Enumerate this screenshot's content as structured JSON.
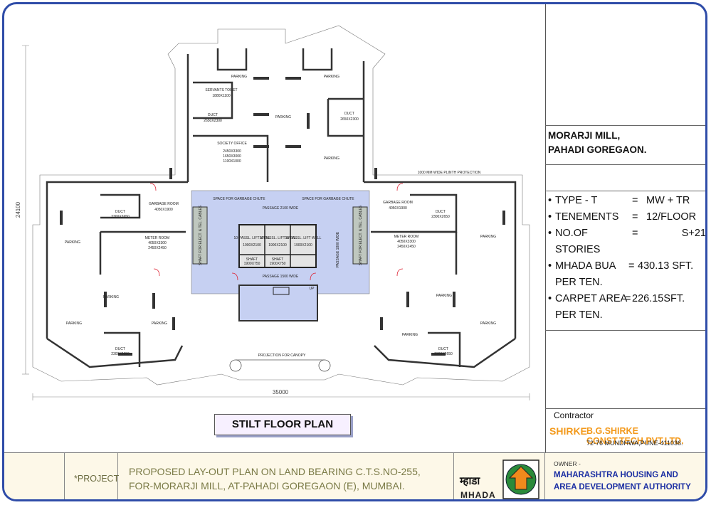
{
  "project": {
    "title_line1": "MORARJI MILL,",
    "title_line2": "PAHADI GOREGAON."
  },
  "specs": [
    {
      "label": "TYPE - T",
      "eq": "=",
      "value": "MW + TR",
      "cont": ""
    },
    {
      "label": "TENEMENTS",
      "eq": "=",
      "value": "12/FLOOR",
      "cont": ""
    },
    {
      "label": "NO.OF",
      "eq": "=",
      "value": "S+21",
      "cont": "STORIES"
    },
    {
      "label": "MHADA BUA",
      "eq": "=",
      "value": "430.13 SFT.",
      "cont": "PER TEN."
    },
    {
      "label": "CARPET AREA",
      "eq": "=",
      "value": "226.15SFT.",
      "cont": "PER TEN."
    }
  ],
  "contractor": {
    "label": "Contractor",
    "logo": "SHIRKE",
    "name": "B.G.SHIRKE CONST.TECH.PVT.LTD.",
    "address": "72-76 MUNDHWA,PUNE-411036."
  },
  "footer": {
    "project_label": "*PROJECT",
    "desc_line1": "PROPOSED  LAY-OUT PLAN ON LAND BEARING C.T.S.NO-255,",
    "desc_line2": "FOR-MORARJI MILL, AT-PAHADI GOREGAON (E), MUMBAI.",
    "mhada_devanagari": "म्हाडा",
    "mhada_english": "MHADA",
    "owner_label": "OWNER -",
    "owner_line1": "MAHARASHTRA HOUSING AND",
    "owner_line2": "AREA DEVELOPMENT AUTHORITY"
  },
  "plan": {
    "title": "STILT FLOOR PLAN",
    "dim_width": "35000",
    "dim_height": "24100",
    "labels": {
      "parking": "PARKING",
      "servants_toilet": "SERVANTS TOILET",
      "servants_toilet_size": "1880X1100",
      "duct": "DUCT",
      "duct_size_a": "2650X2300",
      "duct_size_b": "2300X2650",
      "society_office": "SOCIETY OFFICE",
      "society_size1": "2450X3300",
      "society_size2": "1650X3000",
      "society_size3": "1100X1000",
      "garbage_room": "GARBAGE ROOM",
      "garbage_size": "4050X1900",
      "meter_room": "METER ROOM",
      "meter_size1": "4050X3300",
      "meter_size2": "2450X2450",
      "garbage_chute": "SPACE FOR GARBAGE CHUTE",
      "passage_2100": "PASSAGE 2100 WIDE",
      "passage_1500": "PASSAGE 1500 WIDE",
      "passage_1800": "PASSAGE 1800 WIDE",
      "lift": "10-PASSL. LIFT WELL",
      "lift_size": "1900X2100",
      "shaft": "SHAFT",
      "shaft_size": "1900X750",
      "shaft_elec": "SHAFT FOR ELECT. & TEL. CABLES",
      "projection": "PROJECTION FOR CANOPY",
      "plinth": "1000 MM WIDE PLINTH PROTECTION",
      "up": "UP"
    }
  }
}
